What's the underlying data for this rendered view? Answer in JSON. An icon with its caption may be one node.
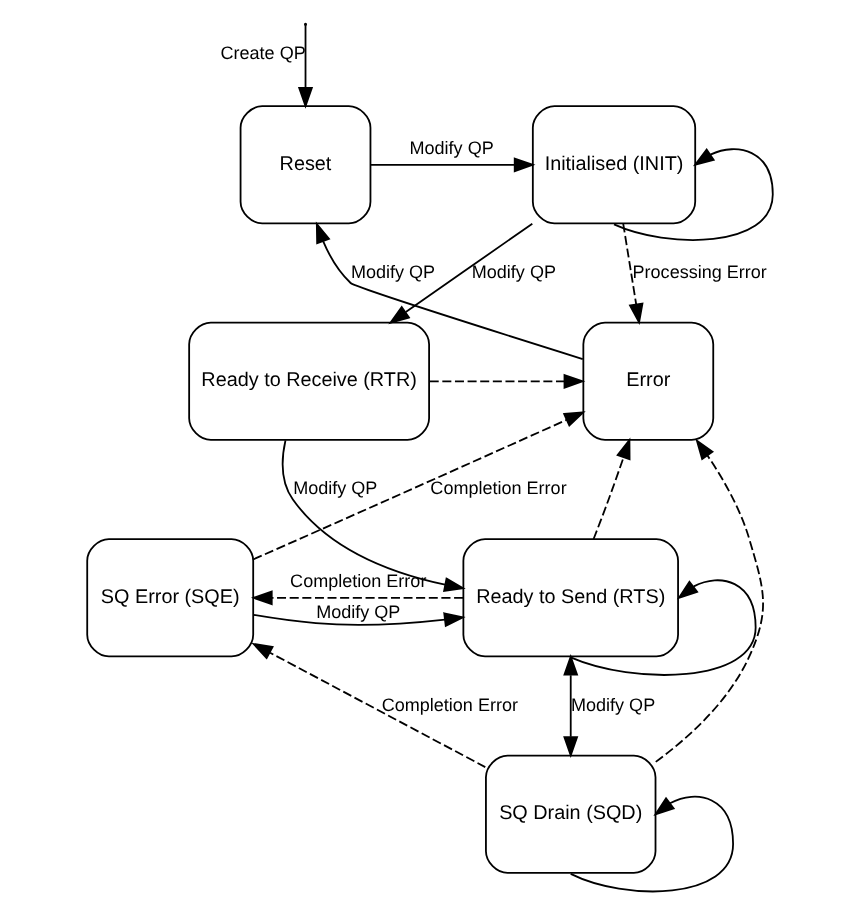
{
  "diagram": {
    "nodes": [
      {
        "text": [
          "Reset"
        ]
      },
      {
        "text": [
          "Initialised (INIT)"
        ]
      },
      {
        "text": [
          "Error"
        ]
      },
      {
        "text": [
          "Ready to Receive (RTR)"
        ]
      },
      {
        "text": [
          "SQ Drain (SQD)"
        ]
      },
      {
        "text": [
          "SQ Error (SQE)"
        ]
      },
      {
        "text": [
          "Ready to Send (RTS)"
        ]
      }
    ],
    "edges": [
      {
        "from": null,
        "to": 0,
        "arrow": "to",
        "label": "Create QP"
      },
      {
        "from": 0,
        "to": 1,
        "arrow": "to",
        "label": "Modify QP"
      },
      {
        "from": 1,
        "to": 1,
        "arrow": "to"
      },
      {
        "from": 1,
        "to": 3,
        "arrow": "to",
        "label": "Modify QP"
      },
      {
        "from": 2,
        "to": 0,
        "arrow": "to",
        "label": "Modify QP"
      },
      {
        "from": 1,
        "to": 2,
        "arrow": "to",
        "style": "dashed",
        "label": "Processing Error"
      },
      {
        "from": 3,
        "to": 2,
        "arrow": "to",
        "style": "dashed"
      },
      {
        "from": 6,
        "to": 2,
        "arrow": "to",
        "style": "dashed"
      },
      {
        "from": 4,
        "to": 2,
        "arrow": "to",
        "style": "dashed"
      },
      {
        "from": 3,
        "to": 6,
        "arrow": "to",
        "label": "Modify QP"
      },
      {
        "from": 5,
        "to": 2,
        "arrow": "to",
        "style": "dashed",
        "label": "Completion Error"
      },
      {
        "from": 4,
        "to": 5,
        "arrow": "to",
        "style": "dashed",
        "label": "Completion Error"
      },
      {
        "from": 6,
        "to": 4,
        "arrow": "both",
        "label": "Modify QP"
      },
      {
        "from": 4,
        "to": 4,
        "arrow": "to"
      },
      {
        "from": 6,
        "to": 5,
        "arrow": "to",
        "style": "dashed",
        "label": "Completion Error"
      },
      {
        "from": 5,
        "to": 6,
        "arrow": "to",
        "label": "Modify QP"
      },
      {
        "from": 6,
        "to": 6,
        "arrow": "to"
      }
    ]
  }
}
